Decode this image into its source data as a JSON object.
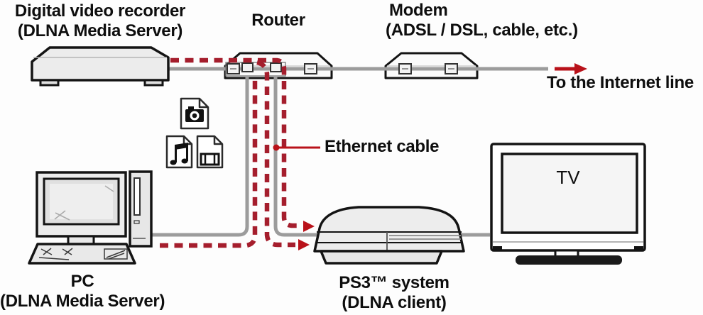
{
  "labels": {
    "dvr_title": "Digital video recorder",
    "dvr_subtitle": "(DLNA Media Server)",
    "router": "Router",
    "modem_title": "Modem",
    "modem_subtitle": "(ADSL / DSL, cable, etc.)",
    "internet": "To the Internet line",
    "ethernet": "Ethernet cable",
    "tv": "TV",
    "pc_title": "PC",
    "pc_subtitle": "(DLNA Media Server)",
    "ps3_title": "PS3™ system",
    "ps3_subtitle": "(DLNA client)"
  },
  "icons": {
    "media_files": [
      "photo-file-icon",
      "music-file-icon",
      "video-file-icon"
    ],
    "arrows": [
      "internet-arrow-icon",
      "stream-arrow-to-ps3-icon"
    ]
  },
  "colors": {
    "cable_gray": "#9c9c9c",
    "dash_red": "#a51e2d",
    "arrow_red": "#b9121a",
    "device_fill": "#ececec",
    "device_fill_light": "#fafafa",
    "outline": "#141414",
    "label_text": "#0e0e0e"
  }
}
